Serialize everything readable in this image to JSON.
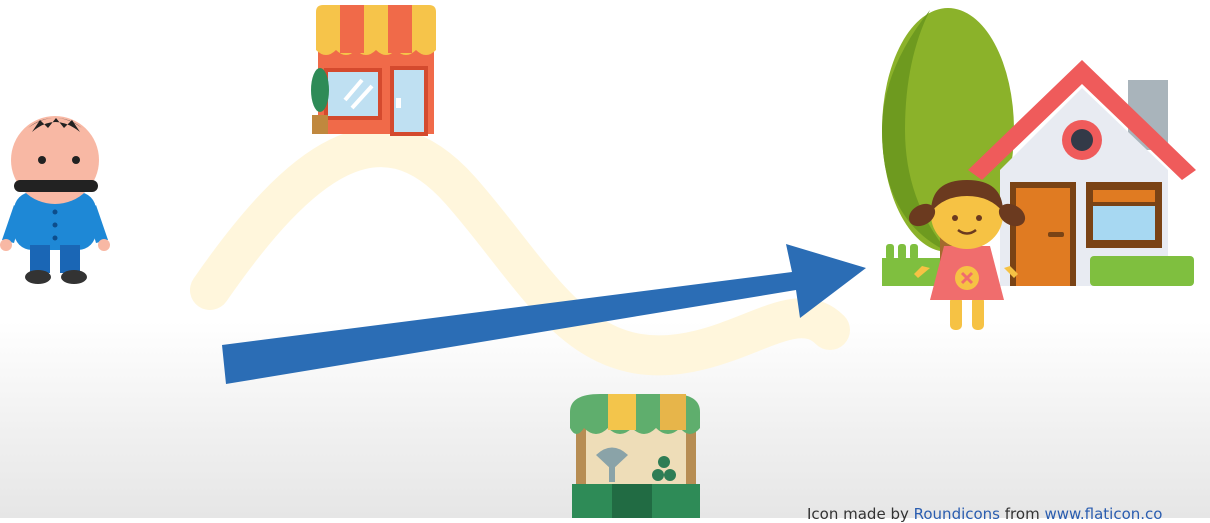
{
  "attribution": {
    "prefix": "Icon made by ",
    "author": "Roundicons",
    "middle": " from ",
    "site": "www.flaticon.co"
  },
  "colors": {
    "arrow": "#2b6db5",
    "faded_path": "#fff6dc",
    "roof_red": "#ef5b5b",
    "awning_yellow": "#f6c44a",
    "tree_green": "#8bb22a",
    "grass_green": "#7fbf3f"
  },
  "icons": [
    "man-icon",
    "shop-icon",
    "market-stall-icon",
    "house-icon",
    "tree-icon",
    "girl-icon"
  ]
}
